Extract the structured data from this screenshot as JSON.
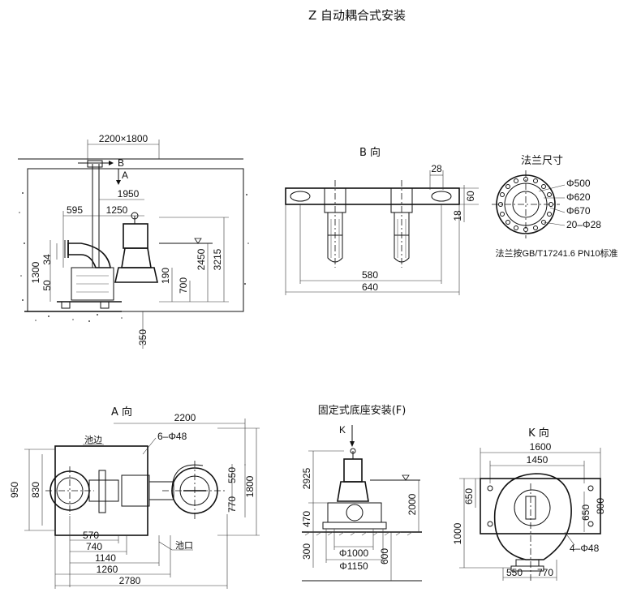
{
  "title": "Z  自动耦合式安装",
  "views": {
    "side": {
      "labels": [
        "2200×1800",
        "B",
        "A",
        "1950",
        "595",
        "1250",
        "34",
        "1300",
        "50",
        "190",
        "700",
        "2450",
        "3215",
        "350"
      ]
    },
    "b_view": {
      "title": "B 向",
      "labels": [
        "28",
        "60",
        "18",
        "580",
        "640"
      ]
    },
    "flange": {
      "title": "法兰尺寸",
      "labels": [
        "Φ500",
        "Φ620",
        "Φ670",
        "20–Φ28"
      ],
      "note": "法兰按GB/T17241.6 PN10标准"
    },
    "a_view": {
      "title": "A  向",
      "labels": [
        "2200",
        "6–Φ48",
        "池边",
        "950",
        "830",
        "550",
        "1800",
        "770",
        "570",
        "740",
        "1140",
        "1260",
        "2780",
        "池口"
      ]
    },
    "fixed": {
      "title": "固定式底座安装(F)",
      "labels": [
        "K",
        "2925",
        "2000",
        "470",
        "300",
        "Φ1000",
        "Φ1150",
        "600"
      ]
    },
    "k_view": {
      "title": "K 向",
      "labels": [
        "1600",
        "1450",
        "650",
        "1000",
        "650",
        "800",
        "4–Φ48",
        "550",
        "770"
      ]
    }
  }
}
